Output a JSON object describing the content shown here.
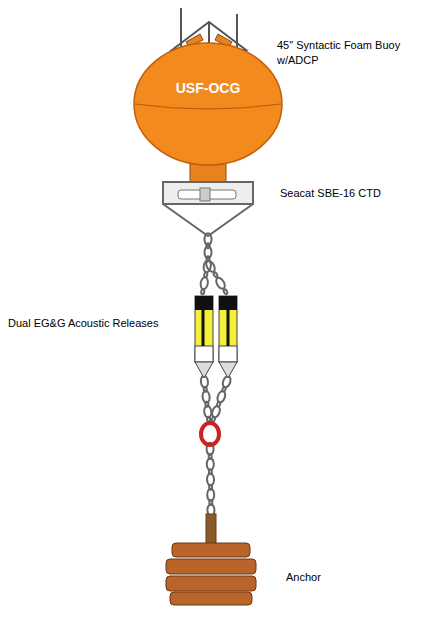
{
  "diagram": {
    "nodes": [
      {
        "text": [
          "USF-OCG"
        ]
      }
    ],
    "labels": [
      "45\" Syntactic Foam Buoy w/ADCP",
      "Seacat SBE-16 CTD",
      "Dual EG&G Acoustic Releases",
      "Anchor"
    ]
  }
}
